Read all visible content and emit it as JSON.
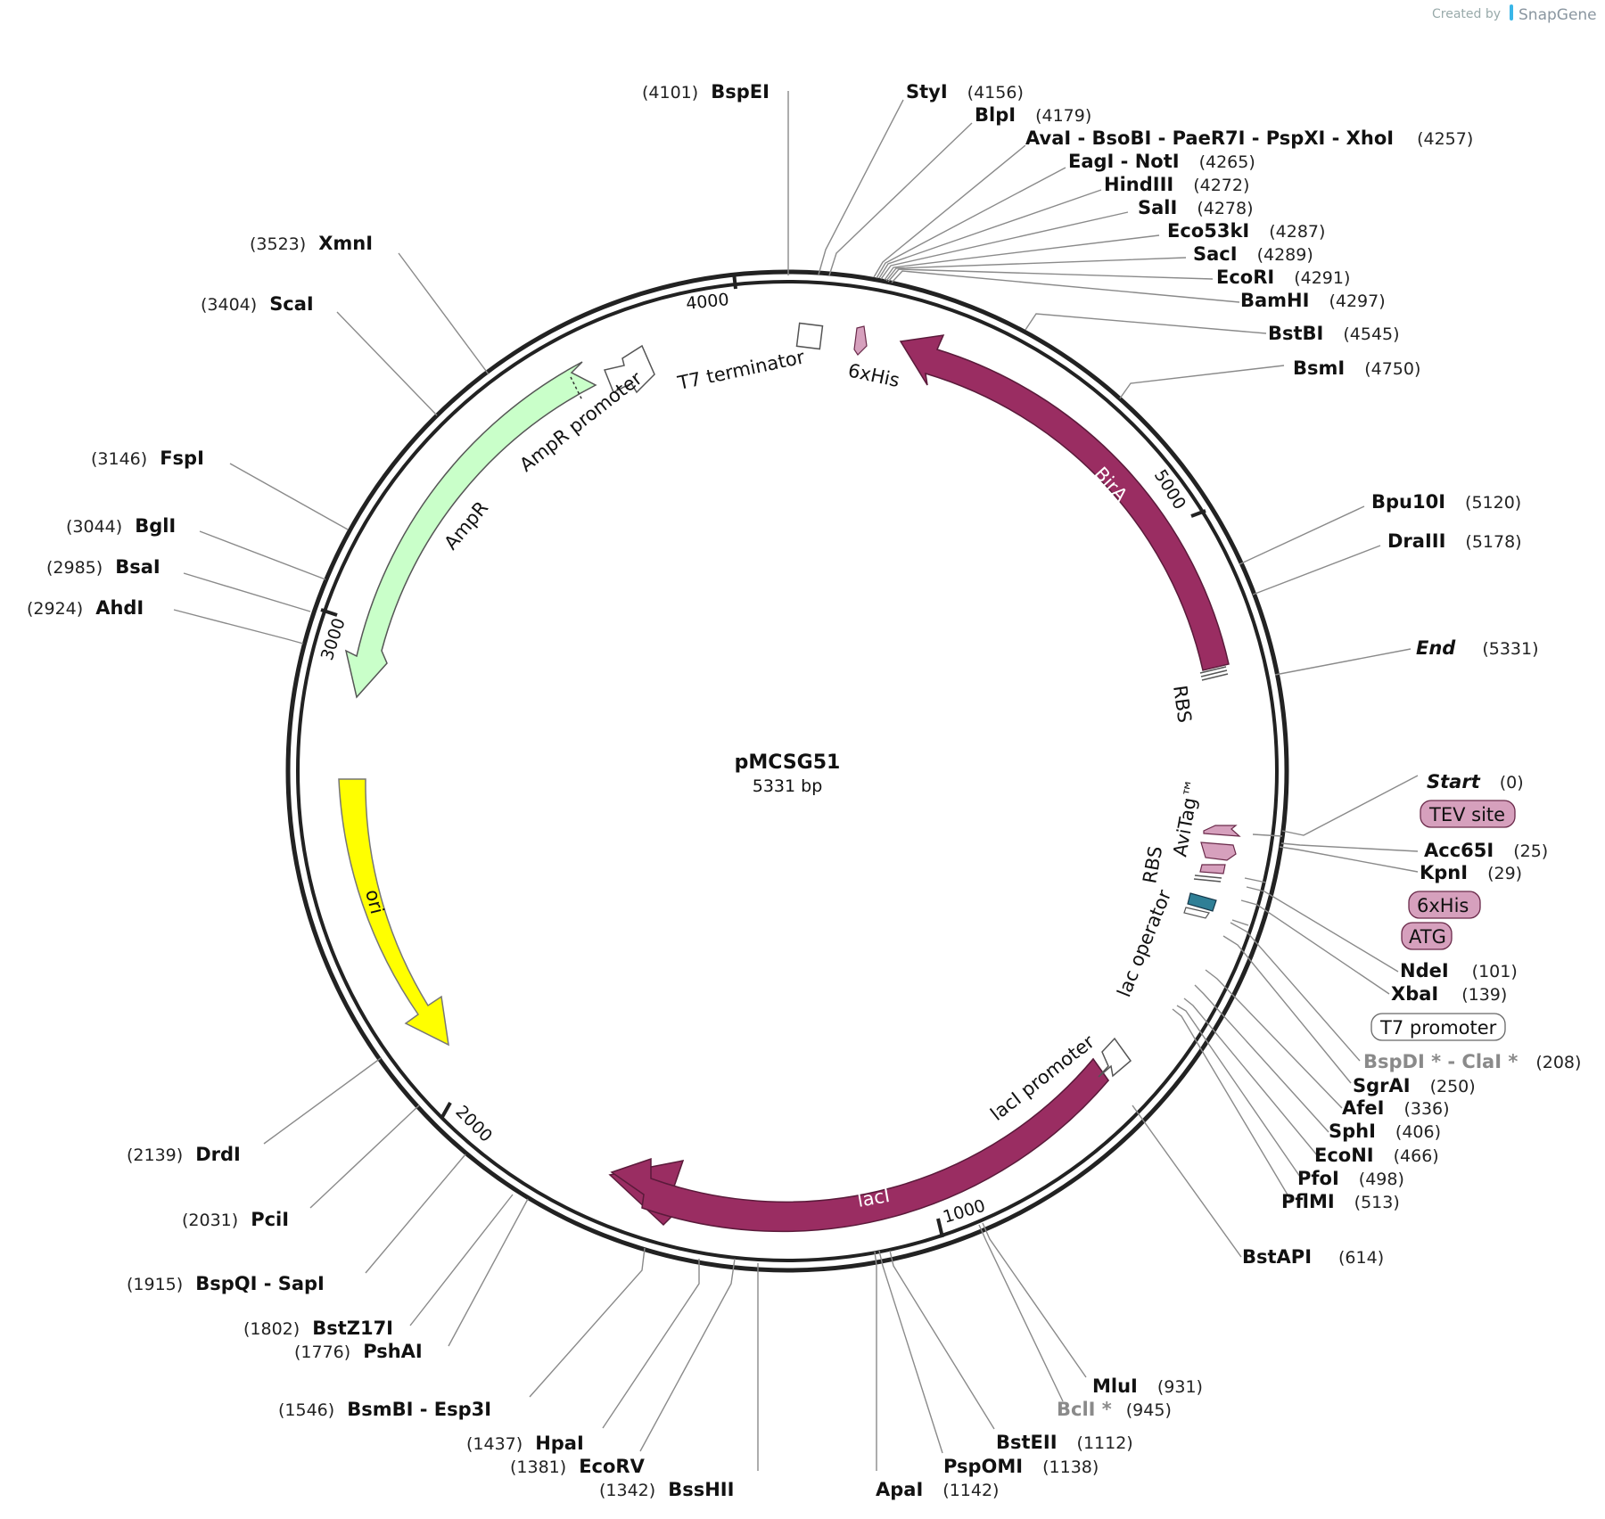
{
  "credit": {
    "prefix": "Created by",
    "brand": "SnapGene"
  },
  "plasmid": {
    "name": "pMCSG51",
    "length": 5331,
    "length_label": "5331 bp"
  },
  "colors": {
    "feature_magenta": "#9a2d62",
    "ampr_green": "#c9ffc9",
    "ori_yellow": "#ffff00",
    "tag_pink": "#d6a0bd",
    "lacop_teal": "#2f7f96",
    "backbone": "#222222",
    "leader": "#8a8a8a"
  },
  "ticks": [
    {
      "bp": 1000,
      "label": "1000"
    },
    {
      "bp": 2000,
      "label": "2000"
    },
    {
      "bp": 3000,
      "label": "3000"
    },
    {
      "bp": 4000,
      "label": "4000"
    },
    {
      "bp": 5000,
      "label": "5000"
    }
  ],
  "features": [
    {
      "name": "BirA",
      "label": "BirA"
    },
    {
      "name": "lacI",
      "label": "lacI"
    },
    {
      "name": "ori",
      "label": "ori"
    },
    {
      "name": "AmpR",
      "label": "AmpR"
    },
    {
      "name": "AmpR promoter",
      "label": "AmpR promoter"
    },
    {
      "name": "lacI promoter",
      "label": "lacI promoter"
    },
    {
      "name": "T7 terminator",
      "label": "T7 terminator"
    },
    {
      "name": "6xHis top",
      "label": "6xHis"
    },
    {
      "name": "RBS top",
      "label": "RBS"
    },
    {
      "name": "RBS mid",
      "label": "RBS"
    },
    {
      "name": "AviTag",
      "label": "AviTag™"
    },
    {
      "name": "lac operator",
      "label": "lac operator"
    }
  ],
  "sites": [
    {
      "side": "L",
      "name": "BspEI",
      "pos": "(4101)"
    },
    {
      "side": "L",
      "name": "XmnI",
      "pos": "(3523)"
    },
    {
      "side": "L",
      "name": "ScaI",
      "pos": "(3404)"
    },
    {
      "side": "L",
      "name": "FspI",
      "pos": "(3146)"
    },
    {
      "side": "L",
      "name": "BglI",
      "pos": "(3044)"
    },
    {
      "side": "L",
      "name": "BsaI",
      "pos": "(2985)"
    },
    {
      "side": "L",
      "name": "AhdI",
      "pos": "(2924)"
    },
    {
      "side": "L",
      "name": "DrdI",
      "pos": "(2139)"
    },
    {
      "side": "L",
      "name": "PciI",
      "pos": "(2031)"
    },
    {
      "side": "L",
      "name": "BspQI  - SapI",
      "pos": "(1915)"
    },
    {
      "side": "L",
      "name": "BstZ17I",
      "pos": "(1802)"
    },
    {
      "side": "L",
      "name": "PshAI",
      "pos": "(1776)"
    },
    {
      "side": "L",
      "name": "BsmBI  - Esp3I",
      "pos": "(1546)"
    },
    {
      "side": "L",
      "name": "HpaI",
      "pos": "(1437)"
    },
    {
      "side": "L",
      "name": "EcoRV",
      "pos": "(1381)"
    },
    {
      "side": "L",
      "name": "BssHII",
      "pos": "(1342)"
    },
    {
      "side": "R",
      "name": "StyI",
      "pos": "(4156)"
    },
    {
      "side": "R",
      "name": "BlpI",
      "pos": "(4179)"
    },
    {
      "side": "R",
      "name": "AvaI  - BsoBI  - PaeR7I  - PspXI  - XhoI",
      "pos": "(4257)"
    },
    {
      "side": "R",
      "name": "EagI  - NotI",
      "pos": "(4265)"
    },
    {
      "side": "R",
      "name": "HindIII",
      "pos": "(4272)"
    },
    {
      "side": "R",
      "name": "SalI",
      "pos": "(4278)"
    },
    {
      "side": "R",
      "name": "Eco53kI",
      "pos": "(4287)"
    },
    {
      "side": "R",
      "name": "SacI",
      "pos": "(4289)"
    },
    {
      "side": "R",
      "name": "EcoRI",
      "pos": "(4291)"
    },
    {
      "side": "R",
      "name": "BamHI",
      "pos": "(4297)"
    },
    {
      "side": "R",
      "name": "BstBI",
      "pos": "(4545)"
    },
    {
      "side": "R",
      "name": "BsmI",
      "pos": "(4750)"
    },
    {
      "side": "R",
      "name": "Bpu10I",
      "pos": "(5120)"
    },
    {
      "side": "R",
      "name": "DraIII",
      "pos": "(5178)"
    },
    {
      "side": "R",
      "name": "End",
      "pos": "(5331)"
    },
    {
      "side": "R",
      "name": "Start",
      "pos": "(0)"
    },
    {
      "side": "R",
      "name": "Acc65I",
      "pos": "(25)"
    },
    {
      "side": "R",
      "name": "KpnI",
      "pos": "(29)"
    },
    {
      "side": "R",
      "name": "NdeI",
      "pos": "(101)"
    },
    {
      "side": "R",
      "name": "XbaI",
      "pos": "(139)"
    },
    {
      "side": "R",
      "name": "BspDI *  - ClaI *",
      "pos": "(208)"
    },
    {
      "side": "R",
      "name": "SgrAI",
      "pos": "(250)"
    },
    {
      "side": "R",
      "name": "AfeI",
      "pos": "(336)"
    },
    {
      "side": "R",
      "name": "SphI",
      "pos": "(406)"
    },
    {
      "side": "R",
      "name": "EcoNI",
      "pos": "(466)"
    },
    {
      "side": "R",
      "name": "PfoI",
      "pos": "(498)"
    },
    {
      "side": "R",
      "name": "PflMI",
      "pos": "(513)"
    },
    {
      "side": "R",
      "name": "BstAPI",
      "pos": "(614)"
    },
    {
      "side": "R",
      "name": "MluI",
      "pos": "(931)"
    },
    {
      "side": "R",
      "name": "BclI *",
      "pos": "(945)"
    },
    {
      "side": "R",
      "name": "BstEII",
      "pos": "(1112)"
    },
    {
      "side": "R",
      "name": "PspOMI",
      "pos": "(1138)"
    },
    {
      "side": "R",
      "name": "ApaI",
      "pos": "(1142)"
    }
  ],
  "boxed_labels": [
    {
      "name": "TEV site",
      "label": "TEV site",
      "style": "pink"
    },
    {
      "name": "6xHis",
      "label": "6xHis",
      "style": "pink"
    },
    {
      "name": "ATG",
      "label": "ATG",
      "style": "pink"
    },
    {
      "name": "T7 promoter",
      "label": "T7 promoter",
      "style": "white"
    }
  ]
}
